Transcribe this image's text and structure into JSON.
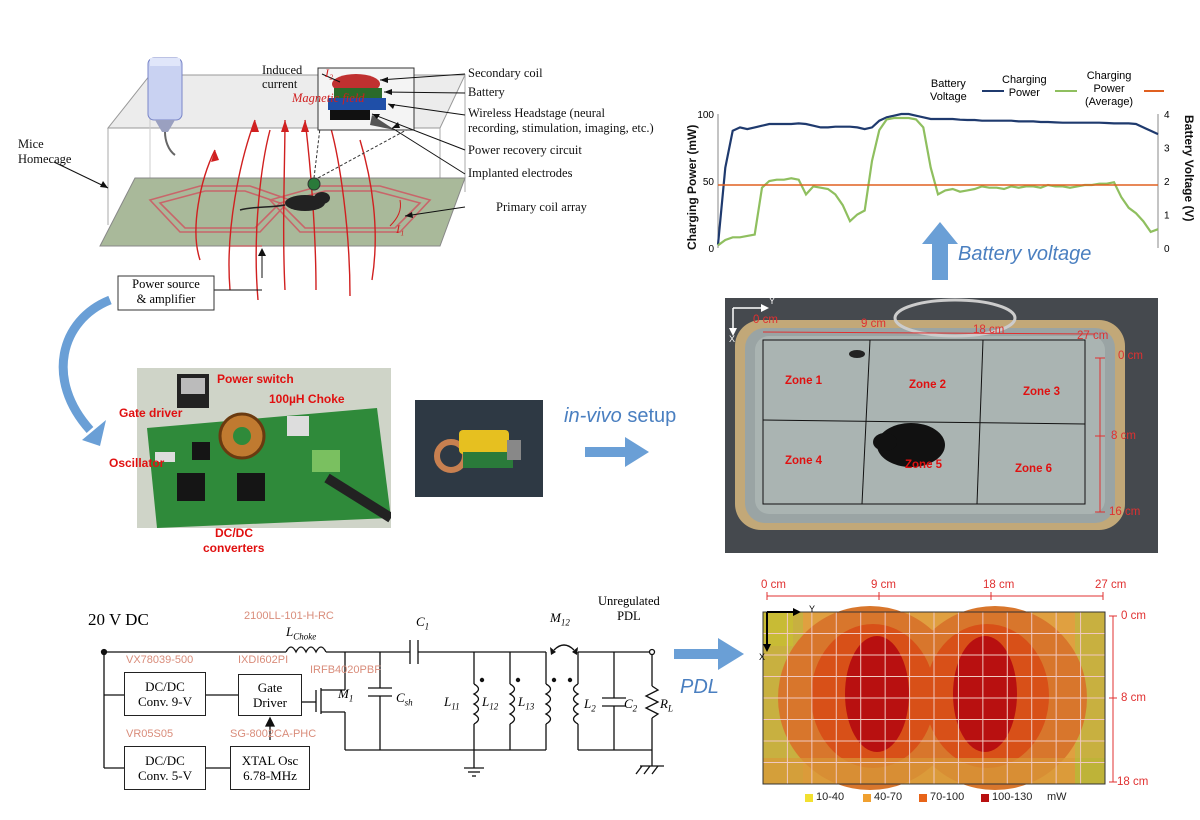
{
  "homecage": {
    "mice_homecage_label": "Mice\nHomecage",
    "induced_current_label": "Induced\ncurrent",
    "magnetic_field_label": "Magnetic field",
    "i2_label": "I₂",
    "i1_label": "I₁",
    "callouts": [
      "Secondary coil",
      "Battery",
      "Wireless Headstage (neural",
      "recording, stimulation, imaging, etc.)",
      "Power recovery circuit",
      "Implanted electrodes",
      "Primary coil array"
    ],
    "power_source_label": "Power source\n& amplifier"
  },
  "pcb": {
    "labels": [
      "Power switch",
      "100µH Choke",
      "Gate driver",
      "Oscillator",
      "DC/DC",
      "converters"
    ]
  },
  "invivo": {
    "pre": "in-vivo",
    "post": " setup"
  },
  "battery_voltage_label": "Battery voltage",
  "pdl_label": "PDL",
  "chart_data": {
    "type": "line",
    "legend": [
      {
        "name": "Battery\nVoltage",
        "color": "#1f3a6e"
      },
      {
        "name": "Charging\nPower",
        "color": "#8fbf5f"
      },
      {
        "name": "Charging\nPower\n(Average)",
        "color": "#e06020"
      }
    ],
    "ylabel_left": "Charging Power (mW)",
    "ylabel_right": "Battery Voltage (V)",
    "left_ticks": [
      "0",
      "50",
      "100"
    ],
    "right_ticks": [
      "0",
      "1",
      "2",
      "3",
      "4"
    ],
    "ylim_left": [
      0,
      100
    ],
    "ylim_right": [
      0,
      4
    ],
    "x": [
      0,
      1,
      2,
      3,
      4,
      5,
      6,
      7,
      8,
      9,
      10,
      11,
      12,
      13,
      14,
      15,
      16,
      17,
      18,
      19,
      20,
      21,
      22,
      23,
      24,
      25,
      26,
      27,
      28,
      29,
      30,
      31,
      32,
      33,
      34,
      35,
      36,
      37,
      38,
      39,
      40,
      41,
      42,
      43,
      44,
      45,
      46,
      47,
      48,
      49,
      50,
      51,
      52,
      53,
      54,
      55,
      56,
      57,
      58,
      59,
      60
    ],
    "series": [
      {
        "name": "Battery Voltage",
        "axis": "right",
        "color": "#1f3a6e",
        "values": [
          0.1,
          2.4,
          3.5,
          3.6,
          3.55,
          3.6,
          3.65,
          3.7,
          3.7,
          3.7,
          3.7,
          3.72,
          3.7,
          3.65,
          3.6,
          3.6,
          3.62,
          3.62,
          3.62,
          3.6,
          3.55,
          3.6,
          3.8,
          3.9,
          3.95,
          4.0,
          4.0,
          3.95,
          3.9,
          3.85,
          3.85,
          3.85,
          3.85,
          3.83,
          3.82,
          3.82,
          3.8,
          3.8,
          3.8,
          3.8,
          3.8,
          3.78,
          3.78,
          3.78,
          3.76,
          3.76,
          3.75,
          3.74,
          3.74,
          3.74,
          3.74,
          3.74,
          3.74,
          3.73,
          3.72,
          3.72,
          3.72,
          3.7,
          3.6,
          3.5,
          3.4
        ]
      },
      {
        "name": "Charging Power",
        "axis": "left",
        "color": "#8fbf5f",
        "values": [
          2,
          6,
          8,
          8,
          9,
          10,
          45,
          50,
          51,
          51,
          52,
          51,
          40,
          46,
          45,
          44,
          40,
          32,
          20,
          25,
          28,
          65,
          88,
          96,
          97,
          97,
          97,
          96,
          90,
          60,
          40,
          43,
          44,
          42,
          43,
          44,
          46,
          45,
          45,
          44,
          46,
          45,
          46,
          46,
          45,
          47,
          46,
          46,
          45,
          46,
          47,
          47,
          48,
          48,
          49,
          38,
          30,
          26,
          20,
          12,
          14
        ]
      },
      {
        "name": "Charging Power (Average)",
        "axis": "left",
        "color": "#e06020",
        "values": [
          47,
          47,
          47,
          47,
          47,
          47,
          47,
          47,
          47,
          47,
          47,
          47,
          47,
          47,
          47,
          47,
          47,
          47,
          47,
          47,
          47,
          47,
          47,
          47,
          47,
          47,
          47,
          47,
          47,
          47,
          47,
          47,
          47,
          47,
          47,
          47,
          47,
          47,
          47,
          47,
          47,
          47,
          47,
          47,
          47,
          47,
          47,
          47,
          47,
          47,
          47,
          47,
          47,
          47,
          47,
          47,
          47,
          47,
          47,
          47,
          47
        ]
      }
    ]
  },
  "photo_top": {
    "y_axis": "Y",
    "x_axis": "X",
    "top_ticks": [
      "0 cm",
      "9 cm",
      "18 cm",
      "27 cm"
    ],
    "side_ticks": [
      "0 cm",
      "8 cm",
      "16 cm"
    ],
    "zones": [
      "Zone 1",
      "Zone 2",
      "Zone 3",
      "Zone 4",
      "Zone 5",
      "Zone 6"
    ]
  },
  "heatmap": {
    "top_ticks": [
      "0 cm",
      "9 cm",
      "18 cm",
      "27 cm"
    ],
    "side_ticks": [
      "0 cm",
      "8 cm",
      "18 cm"
    ],
    "y_axis": "Y",
    "x_axis": "X",
    "legend": [
      {
        "label": "10-40",
        "color": "#f2e030"
      },
      {
        "label": "40-70",
        "color": "#f0a030"
      },
      {
        "label": "70-100",
        "color": "#e86418"
      },
      {
        "label": "100-130",
        "color": "#b81010"
      }
    ],
    "unit": "mW"
  },
  "schematic": {
    "source": "20 V DC",
    "choke_part": "2100LL-101-H-RC",
    "choke_label": "L",
    "choke_sub": "Choke",
    "c1": "C",
    "c1_sub": "1",
    "m12": "M",
    "m12_sub": "12",
    "unregulated": "Unregulated\nPDL",
    "dc9_part": "VX78039-500",
    "dc9": "DC/DC\nConv. 9-V",
    "gate_part": "IXDI602PI",
    "gate": "Gate\nDriver",
    "mosfet_part": "IRFB4020PBF",
    "m1": "M",
    "m1_sub": "1",
    "csh": "C",
    "csh_sub": "sh",
    "l11": "L",
    "l11_sub": "11",
    "l12": "L",
    "l12_sub": "12",
    "l13": "L",
    "l13_sub": "13",
    "l2": "L",
    "l2_sub": "2",
    "c2": "C",
    "c2_sub": "2",
    "rl": "R",
    "rl_sub": "L",
    "dc5_part": "VR05S05",
    "dc5": "DC/DC\nConv. 5-V",
    "osc_part": "SG-8002CA-PHC",
    "osc": "XTAL Osc\n6.78-MHz"
  }
}
